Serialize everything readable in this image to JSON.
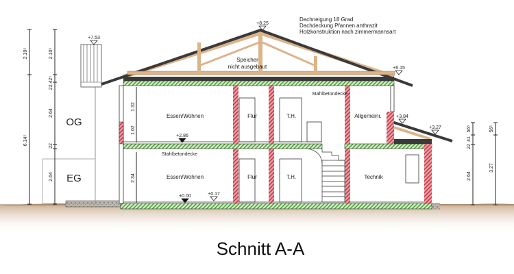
{
  "title": "Schnitt A-A",
  "roof_notes": [
    "Dachneigung 18 Grad",
    "Dachdeckung Pfannen anthrazit",
    "Holzkonstruktion nach zimmermannsart"
  ],
  "attic": {
    "line1": "Speicher",
    "line2": "nicht ausgebaut"
  },
  "slab_label": "Stahlbetondecke",
  "floors": {
    "upper": "OG",
    "ground": "EG"
  },
  "rooms_og": [
    "Essen/Wohnen",
    "Flur",
    "T.H.",
    "Allgemeinr."
  ],
  "rooms_eg": [
    "Essen/Wohnen",
    "Flur",
    "T.H.",
    "Technik"
  ],
  "levels": {
    "ridge": "+8.25",
    "neighbor": "+7.53",
    "eave_right": "+6.15",
    "annex_top": "+3.84",
    "annex_eave": "+3.27",
    "og_floor": "+2.86",
    "ground_floor": "±0.00",
    "terrace": "+0.17"
  },
  "dimensions": {
    "outer_left": [
      "2.10⁵",
      "6.14⁵"
    ],
    "inner_left": [
      "2.10⁵",
      "22.42⁵",
      "2.64",
      "22",
      "2.64"
    ],
    "interior": [
      "1.32",
      "1.02",
      "2.34"
    ],
    "right_a": [
      "56⁵",
      "41",
      "22",
      "2.64"
    ],
    "right_b": [
      "56⁵",
      "3.27"
    ]
  },
  "colors": {
    "wall_hatch": "#c8505a",
    "slab_hatch": "#5fae4a",
    "timber": "#dcb48a",
    "ground": "#c9aa8c"
  }
}
